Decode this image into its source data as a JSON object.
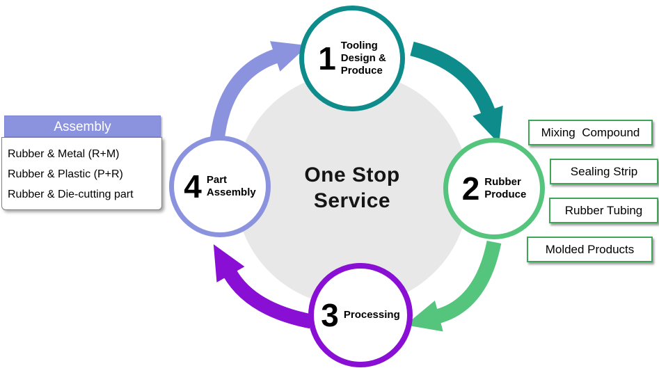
{
  "colors": {
    "teal": "#0e8c8c",
    "green": "#55c47c",
    "purple": "#8a0fd4",
    "periwinkle": "#8c93de",
    "box_green": "#3fa557",
    "center_gray": "#e8e8e8"
  },
  "center": {
    "line1": "One Stop",
    "line2": "Service"
  },
  "steps": [
    {
      "number": "1",
      "line1": "Tooling",
      "line2": "Design &",
      "line3": "Produce"
    },
    {
      "number": "2",
      "line1": "Rubber",
      "line2": "Produce"
    },
    {
      "number": "3",
      "line1": "Processing"
    },
    {
      "number": "4",
      "line1": "Part",
      "line2": "Assembly"
    }
  ],
  "assembly": {
    "header": "Assembly",
    "items": [
      "Rubber & Metal (R+M)",
      "Rubber & Plastic (P+R)",
      "Rubber & Die-cutting part"
    ]
  },
  "products": {
    "items": [
      "Mixing  Compound",
      "Sealing Strip",
      "Rubber Tubing",
      "Molded Products"
    ]
  }
}
